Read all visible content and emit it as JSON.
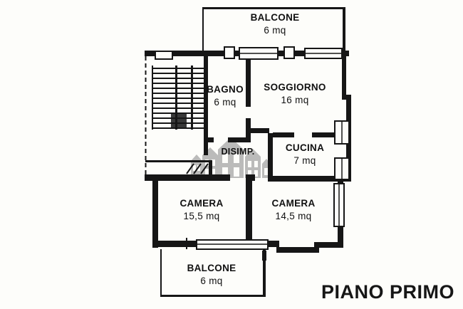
{
  "floor_label": "PIANO PRIMO",
  "rooms": [
    {
      "key": "balcone-top",
      "name": "BALCONE",
      "area": "6 mq"
    },
    {
      "key": "bagno",
      "name": "BAGNO",
      "area": "6 mq"
    },
    {
      "key": "soggiorno",
      "name": "SOGGIORNO",
      "area": "16 mq"
    },
    {
      "key": "disimpegno",
      "name": "DISIMP.",
      "area": ""
    },
    {
      "key": "cucina",
      "name": "CUCINA",
      "area": "7 mq"
    },
    {
      "key": "camera-sinistra",
      "name": "CAMERA",
      "area": "15,5 mq"
    },
    {
      "key": "camera-destra",
      "name": "CAMERA",
      "area": "14,5 mq"
    },
    {
      "key": "balcone-bottom",
      "name": "BALCONE",
      "area": "6 mq"
    }
  ],
  "watermark": {
    "icon": "houses-logo",
    "color": "#b0b0b0"
  },
  "colors": {
    "wall": "#161616",
    "background": "#fdfdfa",
    "text": "#111111"
  }
}
